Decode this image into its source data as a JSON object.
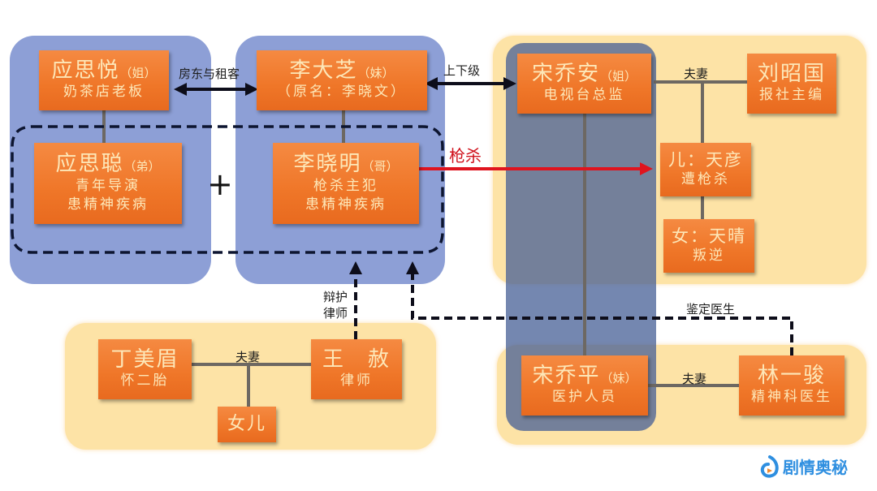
{
  "diagram": {
    "groups": {
      "ying_family": "ying-family-group",
      "li_family": "li-family-group",
      "song_liu_family": "song-liu-family-group",
      "wang_family": "wang-family-group",
      "lin_family": "lin-family-group"
    },
    "persons": {
      "ying_siyue": {
        "name": "应思悦",
        "relation": "（姐）",
        "roles": [
          "奶茶店老板"
        ]
      },
      "ying_sicong": {
        "name": "应思聪",
        "relation": "（弟）",
        "roles": [
          "青年导演",
          "患精神疾病"
        ]
      },
      "li_dazhi": {
        "name": "李大芝",
        "relation": "（妹）",
        "roles": [
          "（原名：李晓文）"
        ]
      },
      "li_xiaoming": {
        "name": "李晓明",
        "relation": "（哥）",
        "roles": [
          "枪杀主犯",
          "患精神疾病"
        ]
      },
      "song_qiaoan": {
        "name": "宋乔安",
        "relation": "（姐）",
        "roles": [
          "电视台总监"
        ]
      },
      "liu_zhaoguo": {
        "name": "刘昭国",
        "relation": "",
        "roles": [
          "报社主编"
        ]
      },
      "tianyan": {
        "name": "儿：天彦",
        "relation": "",
        "roles": [
          "遭枪杀"
        ]
      },
      "tianqing": {
        "name": "女：天晴",
        "relation": "",
        "roles": [
          "叛逆"
        ]
      },
      "song_qiaoping": {
        "name": "宋乔平",
        "relation": "（妹）",
        "roles": [
          "医护人员"
        ]
      },
      "lin_yijun": {
        "name": "林一骏",
        "relation": "",
        "roles": [
          "精神科医生"
        ]
      },
      "ding_meimei": {
        "name": "丁美眉",
        "relation": "",
        "roles": [
          "怀二胎"
        ]
      },
      "wang_she": {
        "name": "王　赦",
        "relation": "",
        "roles": [
          "律师"
        ]
      },
      "daughter": {
        "name": "女儿",
        "relation": "",
        "roles": []
      }
    },
    "edges": {
      "landlord_tenant": "房东与租客",
      "superior_subordinate": "上下级",
      "shooting": "枪杀",
      "couple_song_liu": "夫妻",
      "couple_wang_ding": "夫妻",
      "couple_song_lin": "夫妻",
      "defense_lawyer": "辩护\n律师",
      "defense_lawyer_line1": "辩护",
      "defense_lawyer_line2": "律师",
      "appraisal_doctor": "鉴定医生",
      "plus": "+"
    },
    "colors": {
      "card": "#ef7628",
      "card_text": "#fde7b8",
      "blue_group": "#8d9fd6",
      "yellow_group": "#fde3a6",
      "shooting_arrow": "#e0141e",
      "watermark": "#2f8fe0"
    }
  },
  "watermark": {
    "text": "剧情奥秘"
  }
}
